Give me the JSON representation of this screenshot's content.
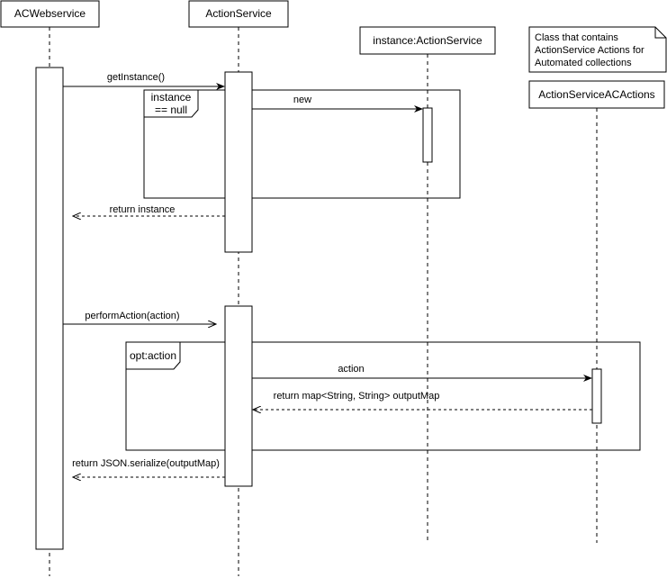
{
  "participants": {
    "acwebservice": "ACWebservice",
    "actionservice": "ActionService",
    "instance": "instance:ActionService",
    "acactions": "ActionServiceACActions"
  },
  "note": {
    "line1": "Class that contains",
    "line2": "ActionService Actions for",
    "line3": "Automated collections"
  },
  "frames": {
    "alt_guard_line1": "instance",
    "alt_guard_line2": "== null",
    "opt_label": "opt:action"
  },
  "messages": {
    "get_instance": "getInstance()",
    "new": "new",
    "return_instance": "return instance",
    "perform_action": "performAction(action)",
    "action": "action",
    "return_map": "return map<String, String> outputMap",
    "return_json": "return JSON.serialize(outputMap)"
  }
}
